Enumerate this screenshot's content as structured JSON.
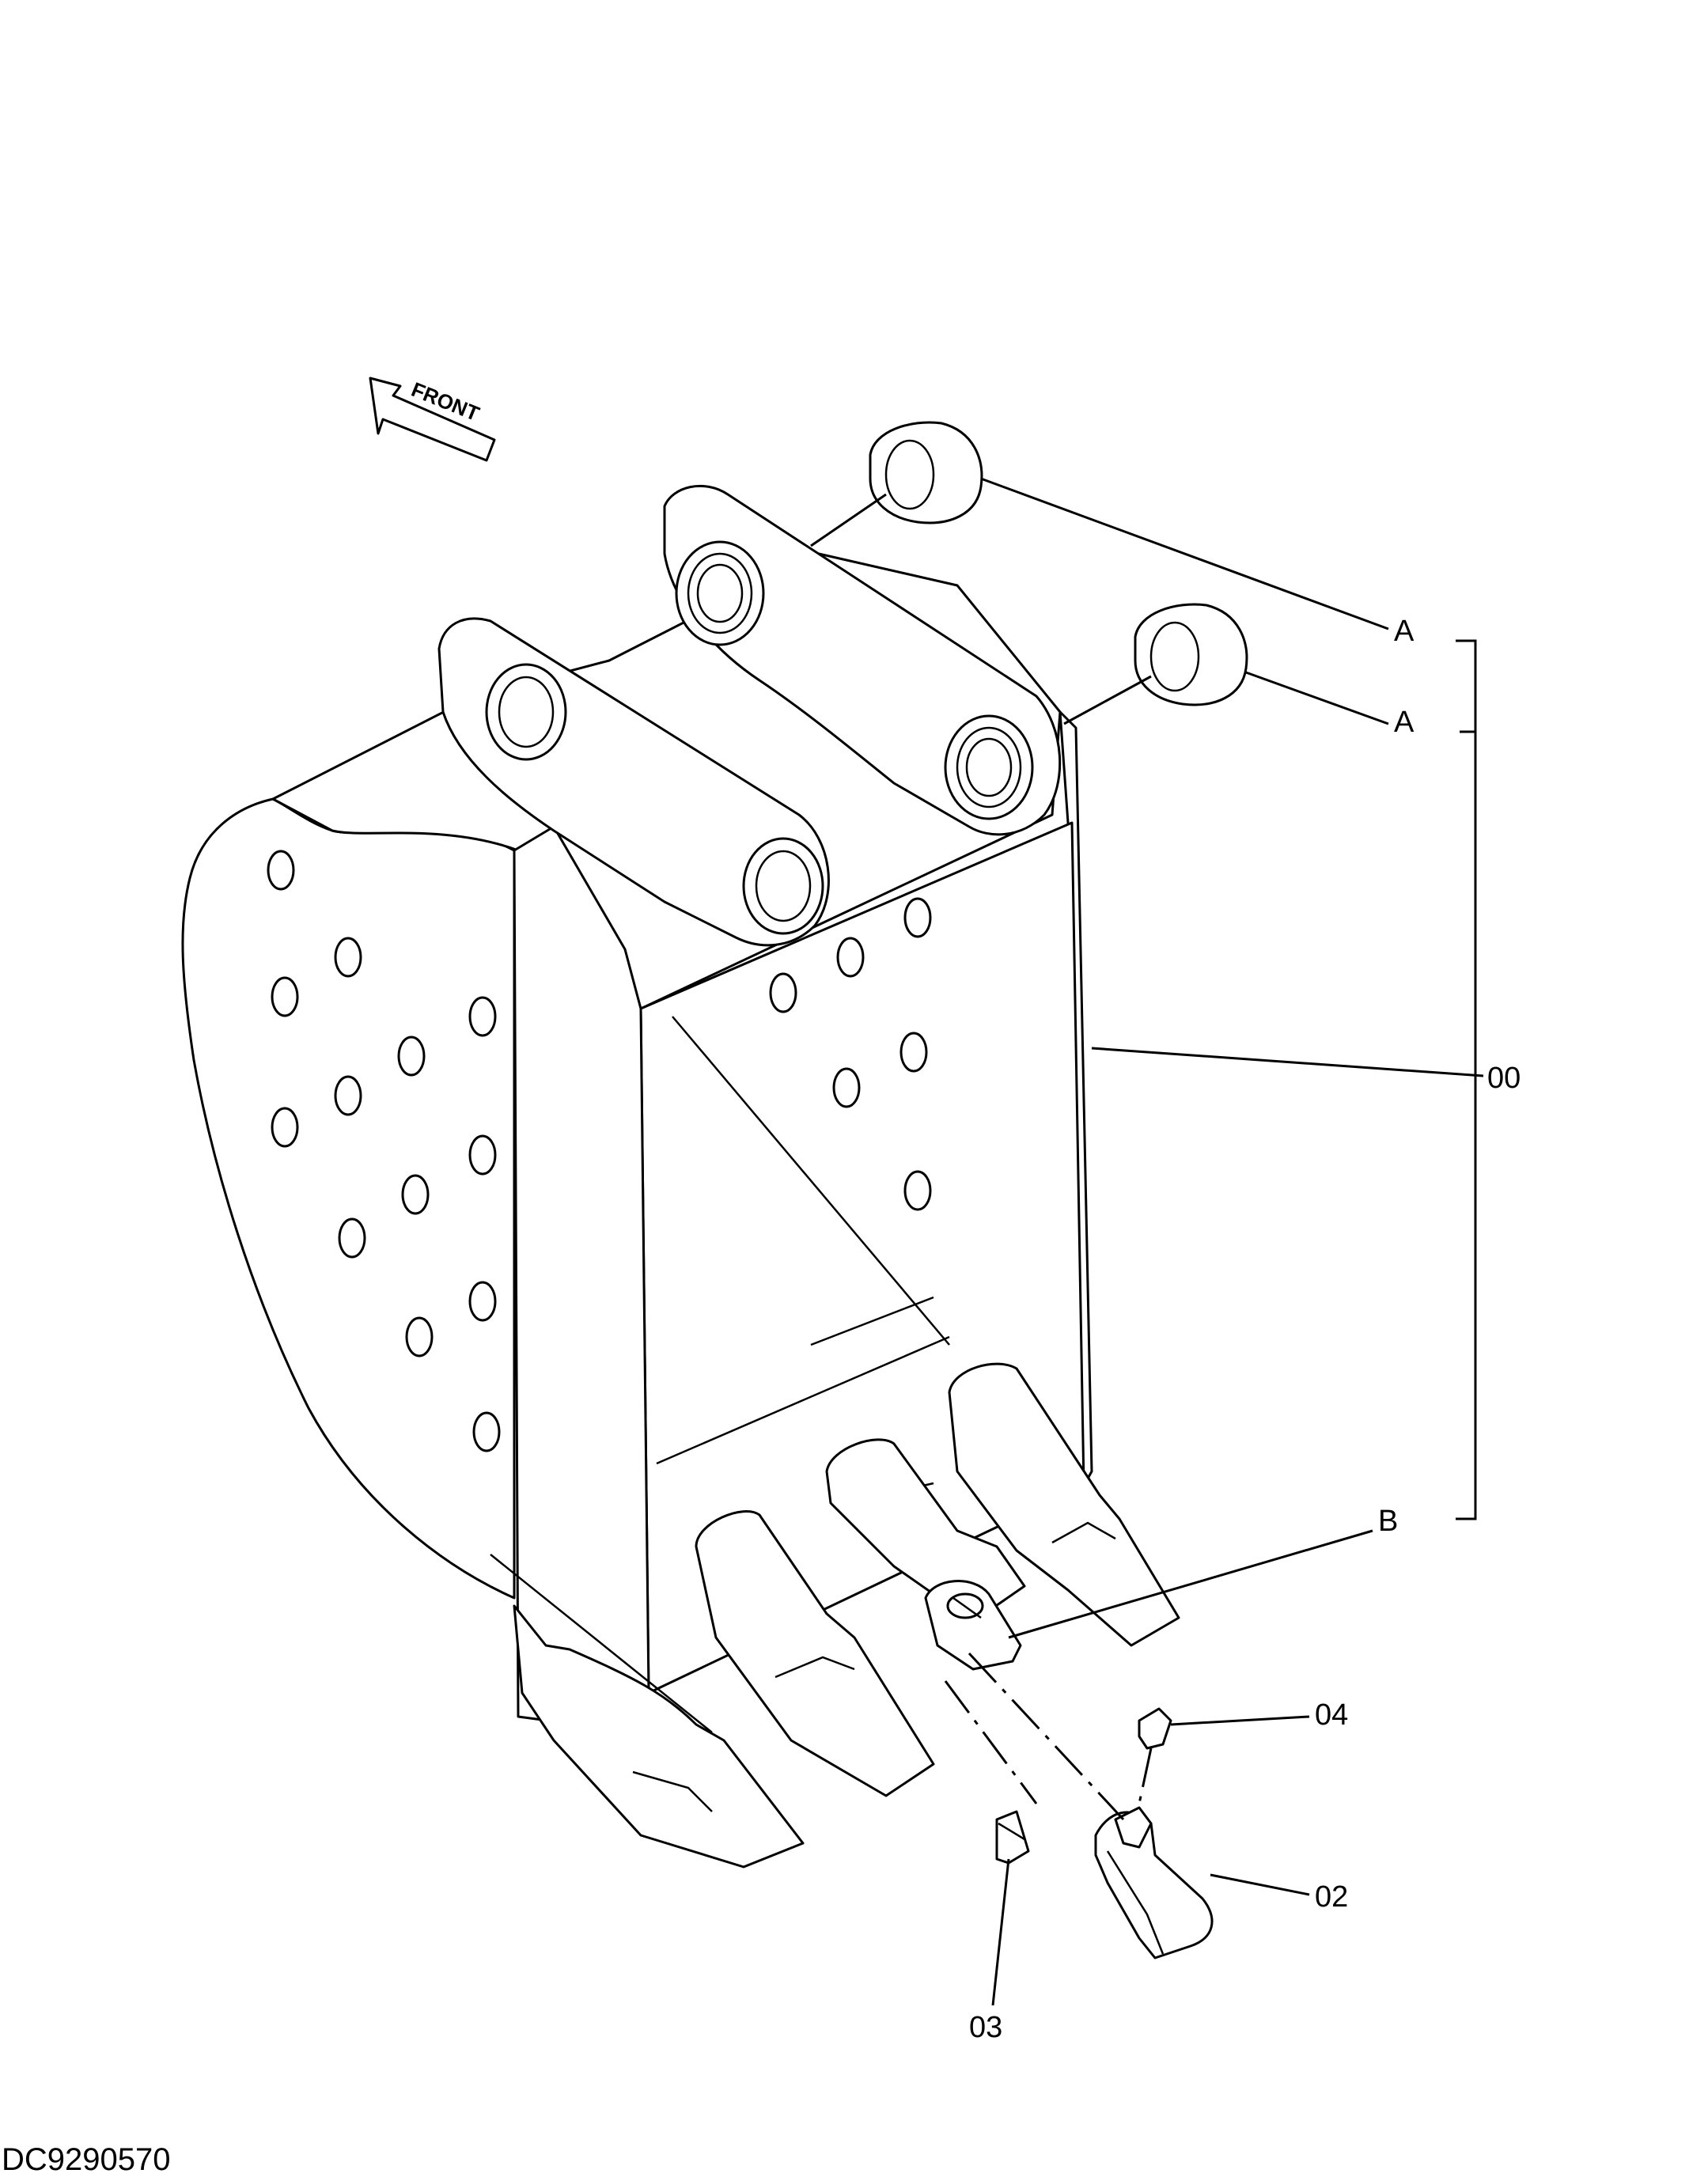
{
  "orientation_marker": {
    "text": "FRONT",
    "icon": "arrow-left-icon"
  },
  "callouts": {
    "sleeve_1": "A",
    "sleeve_2": "A",
    "bucket": "00",
    "tooth_assembly": "B",
    "pin": "04",
    "tooth_point": "02",
    "lock": "03"
  },
  "drawing_code": "DC9290570"
}
